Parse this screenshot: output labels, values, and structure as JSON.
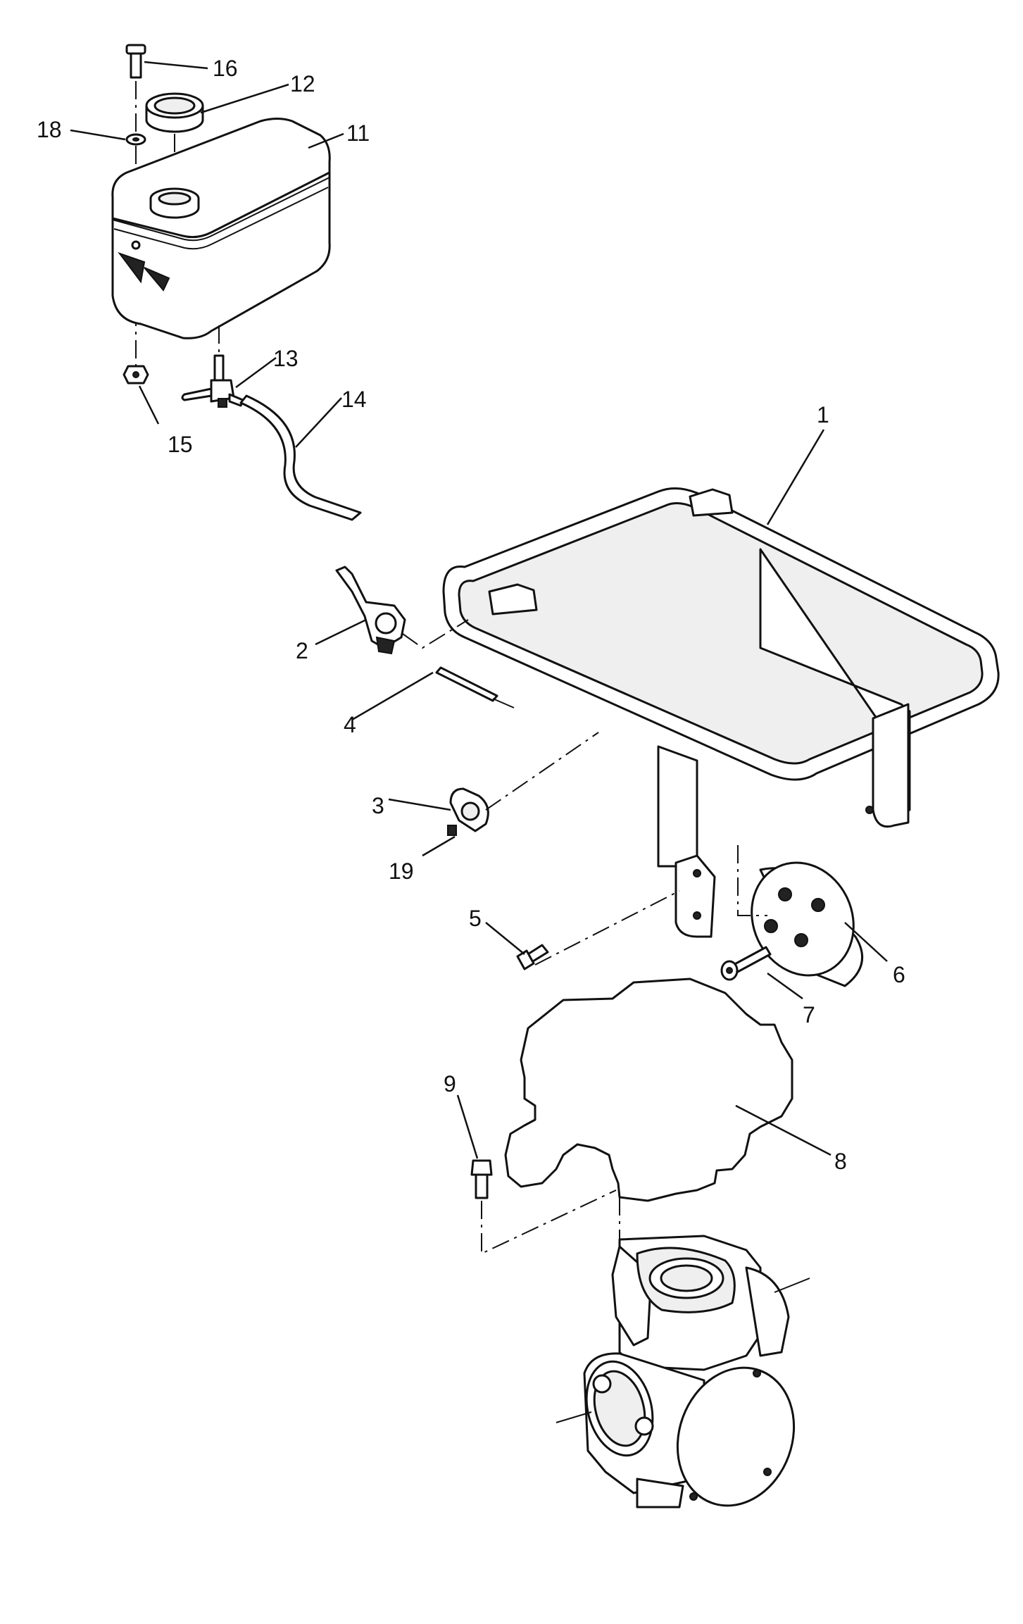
{
  "callouts": [
    "1",
    "2",
    "3",
    "4",
    "5",
    "6",
    "7",
    "8",
    "9",
    "11",
    "12",
    "13",
    "14",
    "15",
    "16",
    "18",
    "19"
  ],
  "colors": {
    "line": "#111111",
    "background": "#ffffff",
    "shade": "#efefef"
  },
  "parts": [
    "frame",
    "fuel-valve",
    "clamp",
    "pin",
    "bolt",
    "coupler",
    "cap-screw",
    "engine-outline",
    "mount-bolt",
    "fuel-tank",
    "fuel-cap",
    "shutoff-valve",
    "fuel-line",
    "nut",
    "tank-bolt",
    "washer",
    "grease-fitting",
    "pump-housing"
  ]
}
